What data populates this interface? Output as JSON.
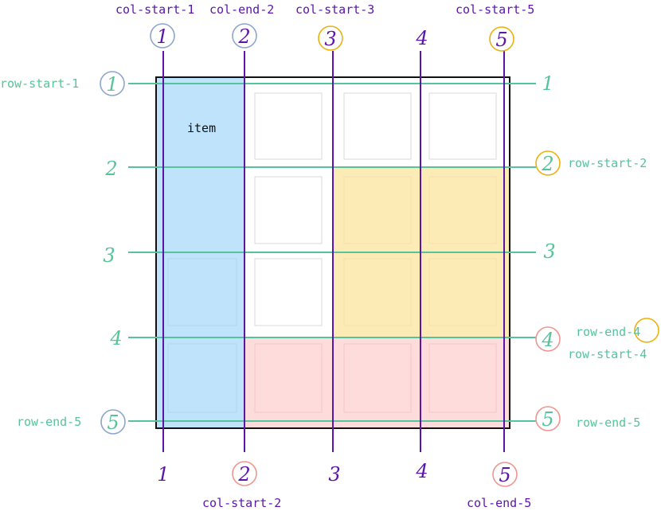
{
  "colors": {
    "purple": "#5b15a8",
    "green": "#55c49a",
    "blue_circle": "#8fa5cf",
    "yellow_circle": "#e9b210",
    "red_circle": "#f0958f",
    "blue_fill": "#bfe3fb",
    "yellow_fill": "#fdebb6",
    "red_fill": "#fedcdc",
    "cell_border": "#d8d8d8"
  },
  "item_label": "item",
  "top_labels": {
    "col_start_1": "col-start-1",
    "col_end_2": "col-end-2",
    "col_start_3": "col-start-3",
    "col_start_5": "col-start-5"
  },
  "top_numbers": [
    "1",
    "2",
    "3",
    "4",
    "5"
  ],
  "bottom_numbers": [
    "1",
    "2",
    "3",
    "4",
    "5"
  ],
  "bottom_labels": {
    "col_start_2": "col-start-2",
    "col_end_5": "col-end-5"
  },
  "left_labels": {
    "row_start_1": "row-start-1",
    "row_end_5": "row-end-5"
  },
  "left_numbers": [
    "1",
    "2",
    "3",
    "4",
    "5"
  ],
  "right_numbers": [
    "1",
    "2",
    "3",
    "4",
    "5"
  ],
  "right_labels": {
    "row_start_2": "row-start-2",
    "row_end_4": "row-end-4",
    "row_start_4": "row-start-4",
    "row_end_5": "row-end-5"
  }
}
